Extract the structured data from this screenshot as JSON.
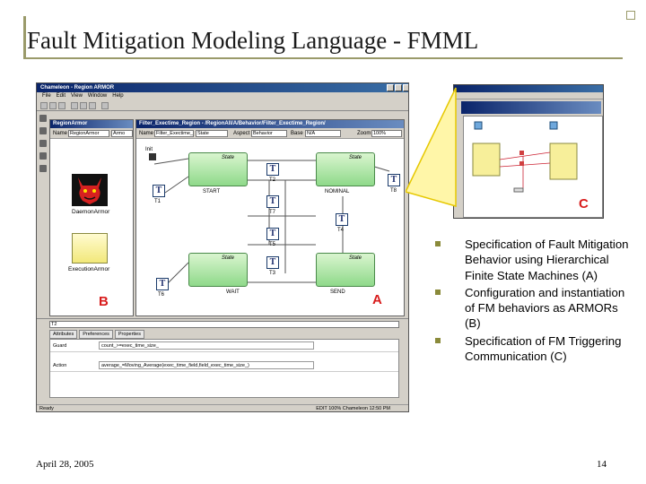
{
  "slide": {
    "title": "Fault Mitigation Modeling Language - FMML",
    "date": "April 28, 2005",
    "page_number": "14"
  },
  "app": {
    "window_title": "Chameleon - Region ARMOR",
    "menu": [
      "File",
      "Edit",
      "View",
      "Window",
      "Help"
    ],
    "left_panel": {
      "title": "RegionArmor",
      "name_label": "Name",
      "name_value": "RegionArmor",
      "aspect_label": "Armo",
      "components": [
        {
          "label": "DaemonArmor",
          "icon": "devil-icon"
        },
        {
          "label": "ExecutionArmor",
          "icon": "module-box"
        }
      ]
    },
    "right_panel": {
      "title": "Filter_Exectime_Region - /RegionAll/A/Behavior/Filter_Exectime_Region/",
      "name_label": "Name",
      "name_value": "Filter_Exectime_Re",
      "type_value": "State",
      "aspect_label": "Aspect",
      "aspect_value": "Behavior",
      "base_label": "Base",
      "base_value": "N/A",
      "zoom_label": "Zoom",
      "zoom_value": "100%",
      "init_label": "Init",
      "state_caption": "State",
      "states": [
        {
          "label": "START"
        },
        {
          "label": "NOMINAL"
        },
        {
          "label": "WAIT"
        },
        {
          "label": "SEND"
        }
      ],
      "transitions": [
        "T1",
        "T2",
        "T8",
        "T7",
        "T4",
        "T5",
        "T3",
        "T6"
      ]
    },
    "attributes": {
      "selection": "T2",
      "tabs": [
        "Attributes",
        "Preferences",
        "Properties"
      ],
      "rows": [
        {
          "key": "Guard",
          "value": "count_>=exec_time_size_"
        },
        {
          "key": "Action",
          "value": "average_=Moving_Average(exec_time_field,field_exec_time_size_)"
        }
      ]
    },
    "status": "Ready",
    "status_right": "EDIT  100%  Chameleon  12:50 PM"
  },
  "labels": {
    "a": "A",
    "b": "B",
    "c": "C"
  },
  "bullets": [
    "Specification of Fault Mitigation Behavior using Hierarchical Finite State Machines (A)",
    "Configuration and instantiation of FM behaviors as ARMORs (B)",
    "Specification of FM Triggering Communication (C)"
  ],
  "colors": {
    "accent_red": "#d81c1c",
    "rule": "#9a9a6a",
    "state_green": "#8fd98a",
    "title_blue": "#0a246a"
  }
}
